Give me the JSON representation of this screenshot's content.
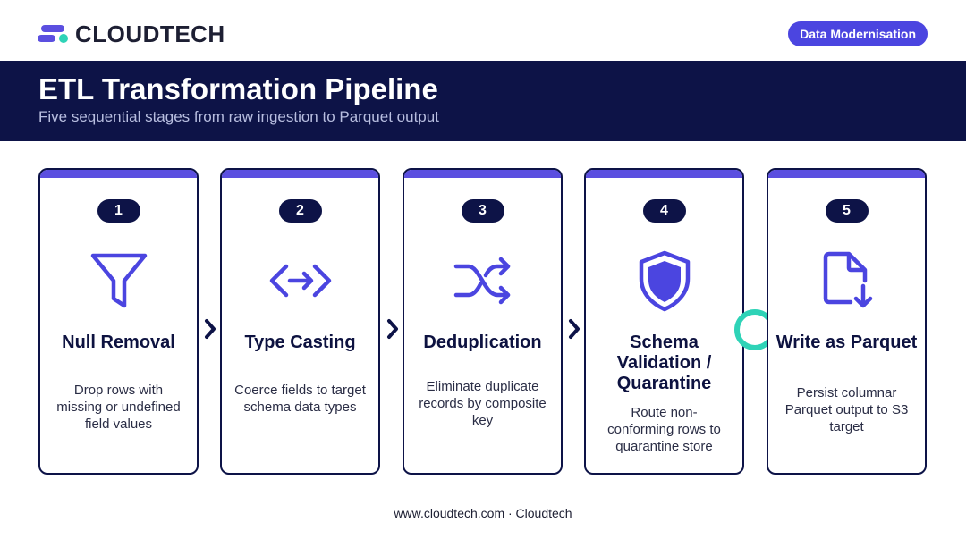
{
  "brand": {
    "name": "CLOUDTECH"
  },
  "tag": "Data Modernisation",
  "header": {
    "title": "ETL Transformation Pipeline",
    "subtitle": "Five sequential stages from raw ingestion to Parquet output"
  },
  "stages": [
    {
      "number": "1",
      "title": "Null Removal",
      "description": "Drop rows with missing or undefined field values",
      "icon": "funnel-icon"
    },
    {
      "number": "2",
      "title": "Type Casting",
      "description": "Coerce fields to target schema data types",
      "icon": "code-arrows-icon"
    },
    {
      "number": "3",
      "title": "Deduplication",
      "description": "Eliminate duplicate records by composite key",
      "icon": "shuffle-icon"
    },
    {
      "number": "4",
      "title": "Schema Validation / Quarantine",
      "description": "Route non-conforming rows to quarantine store",
      "icon": "shield-icon"
    },
    {
      "number": "5",
      "title": "Write as Parquet",
      "description": "Persist columnar Parquet output to S3 target",
      "icon": "file-download-icon"
    }
  ],
  "footer": "www.cloudtech.com · Cloudtech",
  "colors": {
    "navy": "#0d1347",
    "accent": "#5b4fe0",
    "teal": "#2ed3b7"
  }
}
